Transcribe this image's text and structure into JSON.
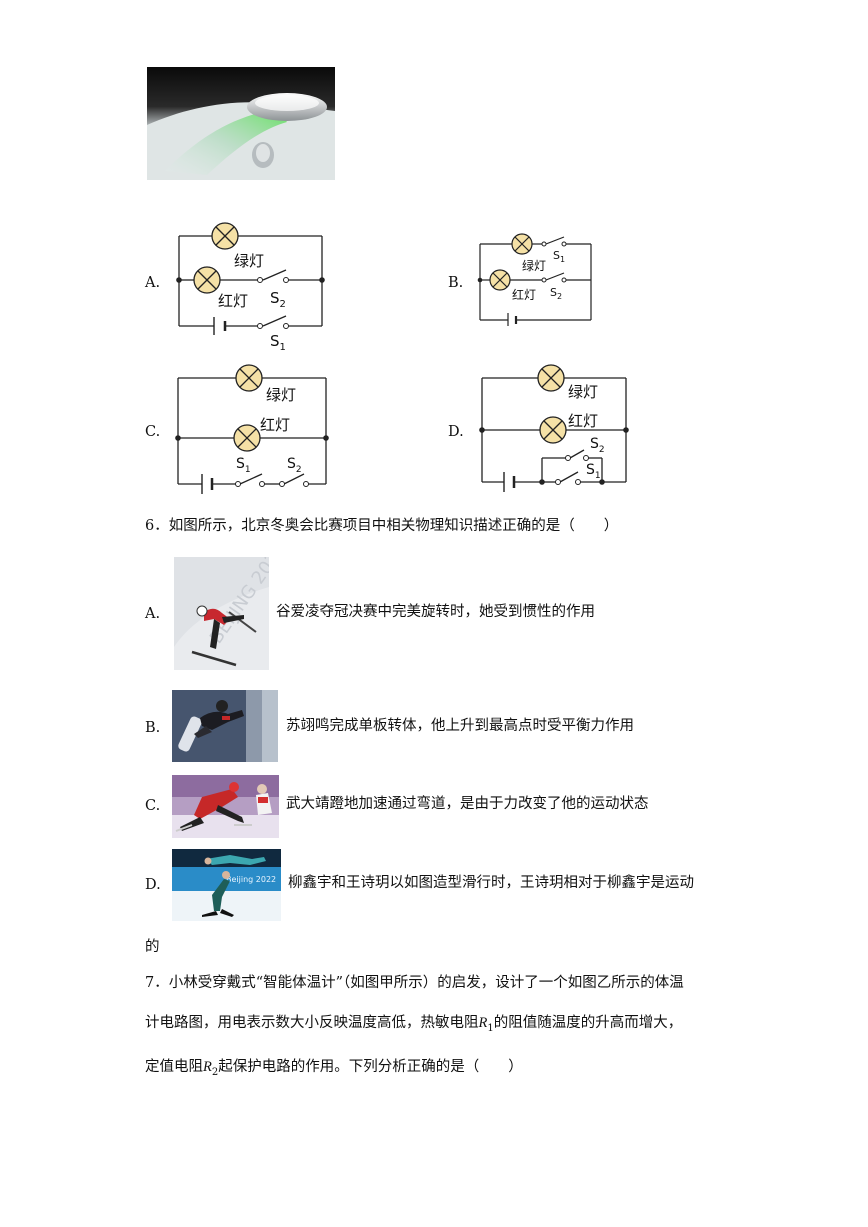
{
  "q5": {
    "circuit_options": [
      {
        "letter": "A.",
        "green_label": "绿灯",
        "red_label": "红灯",
        "s1": "S",
        "s1_sub": "1",
        "s2": "S",
        "s2_sub": "2"
      },
      {
        "letter": "B.",
        "green_label": "绿灯",
        "red_label": "红灯",
        "s1": "S",
        "s1_sub": "1",
        "s2": "S",
        "s2_sub": "2"
      },
      {
        "letter": "C.",
        "green_label": "绿灯",
        "red_label": "红灯",
        "s1": "S",
        "s1_sub": "1",
        "s2": "S",
        "s2_sub": "2"
      },
      {
        "letter": "D.",
        "green_label": "绿灯",
        "red_label": "红灯",
        "s1": "S",
        "s1_sub": "1",
        "s2": "S",
        "s2_sub": "2"
      }
    ]
  },
  "q6": {
    "stem": "6．如图所示，北京冬奥会比赛项目中相关物理知识描述正确的是（　　）",
    "options": [
      {
        "letter": "A.",
        "text": "谷爱凌夺冠决赛中完美旋转时，她受到惯性的作用"
      },
      {
        "letter": "B.",
        "text": "苏翊鸣完成单板转体，他上升到最高点时受平衡力作用"
      },
      {
        "letter": "C.",
        "text": "武大靖蹬地加速通过弯道，是由于力改变了他的运动状态"
      },
      {
        "letter": "D.",
        "text": "柳鑫宇和王诗玥以如图造型滑行时，王诗玥相对于柳鑫宇是运动",
        "continuation": "的"
      }
    ],
    "photo_d_banner": "Beijing 2022"
  },
  "q7": {
    "line1": "7．小林受穿戴式“智能体温计”（如图甲所示）的启发，设计了一个如图乙所示的体温",
    "line2_a": "计电路图，用电表示数大小反映温度高低，热敏电阻",
    "r1": "R",
    "r1_sub": "1",
    "line2_b": "的阻值随温度的升高而增大，",
    "line3_a": "定值电阻",
    "r2": "R",
    "r2_sub": "2",
    "line3_b": "起保护电路的作用。下列分析正确的是（　　）"
  }
}
